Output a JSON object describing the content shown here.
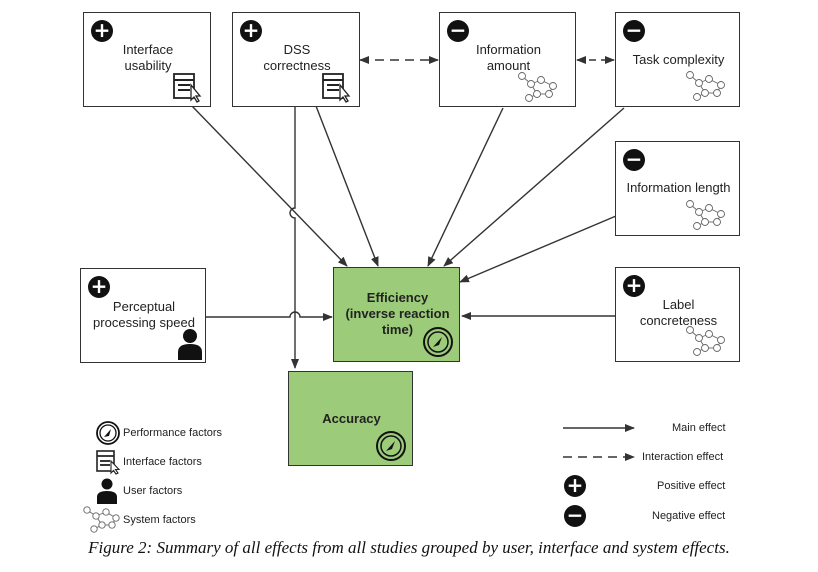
{
  "nodes": {
    "interface_usability": {
      "label_line1": "Interface",
      "label_line2": "usability",
      "effect": "positive",
      "factor": "interface"
    },
    "dss_correctness": {
      "label_line1": "DSS",
      "label_line2": "correctness",
      "effect": "positive",
      "factor": "interface"
    },
    "information_amount": {
      "label_line1": "Information",
      "label_line2": "amount",
      "effect": "negative",
      "factor": "system"
    },
    "task_complexity": {
      "label": "Task complexity",
      "effect": "negative",
      "factor": "system"
    },
    "information_length": {
      "label": "Information length",
      "effect": "negative",
      "factor": "system"
    },
    "perceptual_speed": {
      "label_line1": "Perceptual",
      "label_line2": "processing speed",
      "effect": "positive",
      "factor": "user"
    },
    "label_concreteness": {
      "label_line1": "Label",
      "label_line2": "concreteness",
      "effect": "positive",
      "factor": "system"
    },
    "efficiency": {
      "label_line1": "Efficiency",
      "label_line2": "(inverse reaction",
      "label_line3": "time)",
      "factor": "performance"
    },
    "accuracy": {
      "label": "Accuracy",
      "factor": "performance"
    }
  },
  "legend_left": {
    "performance": "Performance factors",
    "interface": "Interface factors",
    "user": "User factors",
    "system": "System factors"
  },
  "legend_right": {
    "main": "Main effect",
    "interaction": "Interaction effect",
    "positive": "Positive effect",
    "negative": "Negative effect"
  },
  "signs": {
    "positive": "+",
    "negative": "−"
  },
  "colors": {
    "outcome_fill": "#9ccc7a",
    "line": "#333333"
  },
  "caption": "Figure 2: Summary of all effects from all studies grouped by user, interface and system effects."
}
